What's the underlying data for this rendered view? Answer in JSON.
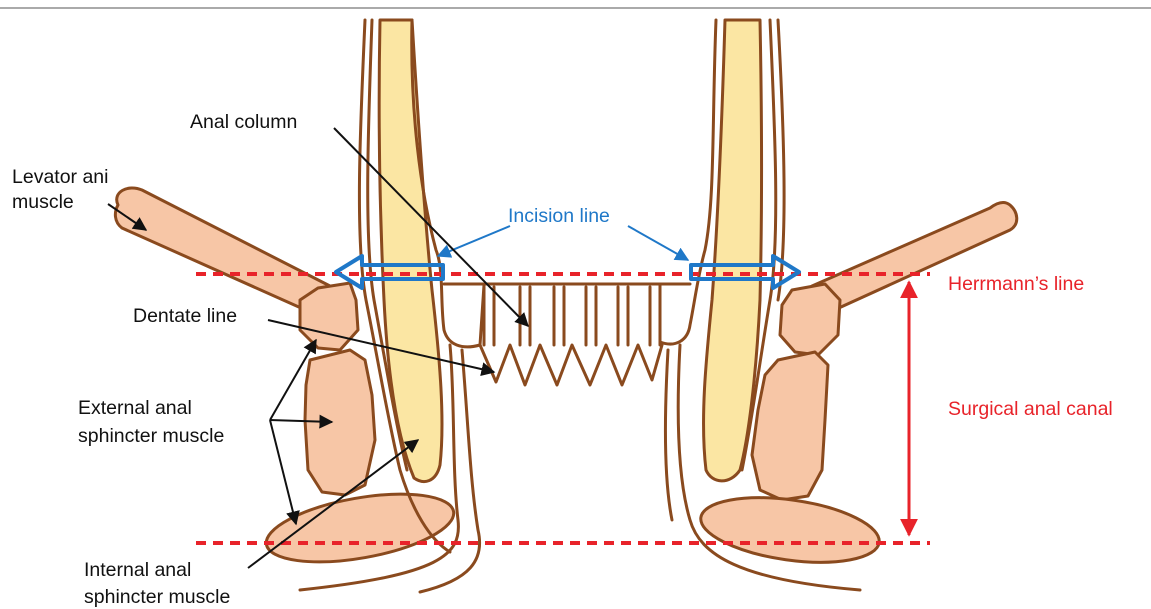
{
  "labels": {
    "anal_column": "Anal column",
    "levator_ani_1": "Levator ani",
    "levator_ani_2": "muscle",
    "incision_line": "Incision line",
    "dentate_line": "Dentate line",
    "external_1": "External anal",
    "external_2": "sphincter muscle",
    "internal_1": "Internal anal",
    "internal_2": "sphincter muscle",
    "herrmann": "Herrmann’s line",
    "surgical_canal": "Surgical anal canal"
  },
  "colors": {
    "outline": "#8a4a1e",
    "muscle_fill": "#f7c6a6",
    "internal_sphincter_fill": "#fbe6a3",
    "black_text": "#111111",
    "blue_accent": "#1f78c8",
    "red_accent": "#e8232a"
  }
}
